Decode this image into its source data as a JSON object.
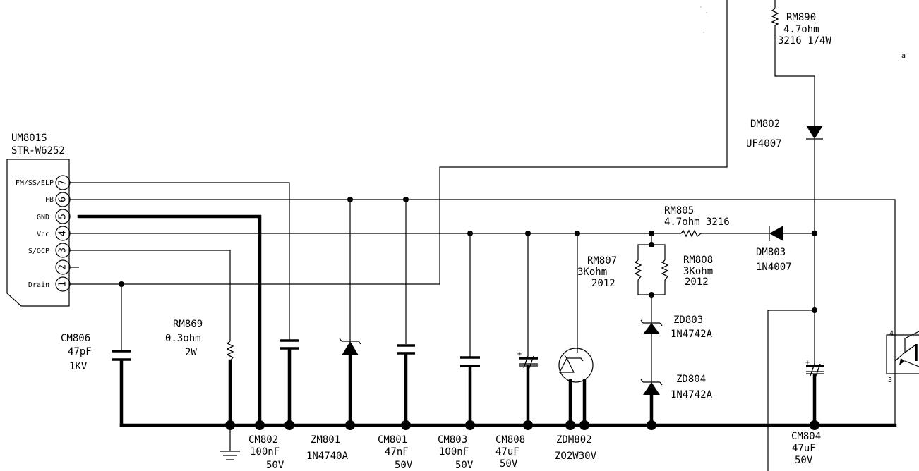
{
  "ic": {
    "ref": "UM801S",
    "part": "STR-W6252",
    "pins": [
      {
        "num": "7",
        "name": "FM/SS/ELP"
      },
      {
        "num": "6",
        "name": "FB"
      },
      {
        "num": "5",
        "name": "GND"
      },
      {
        "num": "4",
        "name": "Vcc"
      },
      {
        "num": "3",
        "name": "S/OCP"
      },
      {
        "num": "2",
        "name": ""
      },
      {
        "num": "1",
        "name": "Drain"
      }
    ]
  },
  "components": {
    "rm890": {
      "ref": "RM890",
      "value": "4.7ohm",
      "spec": "3216 1/4W"
    },
    "dm802": {
      "ref": "DM802",
      "value": "UF4007"
    },
    "rm805": {
      "ref": "RM805",
      "value": "4.7ohm 3216"
    },
    "dm803": {
      "ref": "DM803",
      "value": "1N4007"
    },
    "rm807": {
      "ref": "RM807",
      "value": "3Kohm",
      "spec": "2012"
    },
    "rm808": {
      "ref": "RM808",
      "value": "3Kohm",
      "spec": "2012"
    },
    "zd803": {
      "ref": "ZD803",
      "value": "1N4742A"
    },
    "zd804": {
      "ref": "ZD804",
      "value": "1N4742A"
    },
    "cm806": {
      "ref": "CM806",
      "value": "47pF",
      "spec": "1KV"
    },
    "rm869": {
      "ref": "RM869",
      "value": "0.3ohm",
      "spec": "2W"
    },
    "cm802": {
      "ref": "CM802",
      "value": "100nF",
      "spec": "50V"
    },
    "zm801": {
      "ref": "ZM801",
      "value": "1N4740A"
    },
    "cm801": {
      "ref": "CM801",
      "value": "47nF",
      "spec": "50V"
    },
    "cm803": {
      "ref": "CM803",
      "value": "100nF",
      "spec": "50V"
    },
    "cm808": {
      "ref": "CM808",
      "value": "47uF",
      "spec": "50V"
    },
    "zdm802": {
      "ref": "ZDM802",
      "value": "ZO2W30V"
    },
    "cm804": {
      "ref": "CM804",
      "value": "47uF",
      "spec": "50V"
    }
  },
  "optocoupler": {
    "pin_top": "4",
    "pin_bottom": "3"
  },
  "stray_mark": "a",
  "polarity_mark": "+"
}
